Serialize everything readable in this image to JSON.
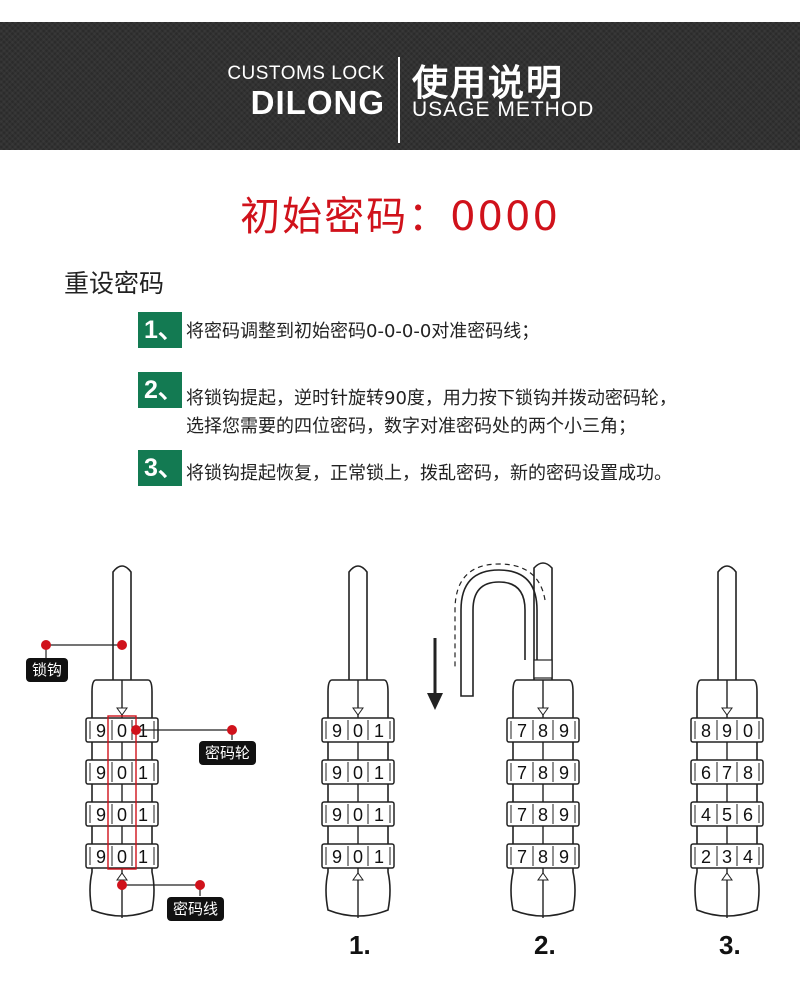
{
  "header": {
    "brand_sub": "CUSTOMS LOCK",
    "brand_main": "DILONG",
    "usage_title": "使用说明",
    "usage_sub": "USAGE METHOD"
  },
  "initial_password": "初始密码：0000",
  "reset": {
    "title": "重设密码",
    "steps": [
      {
        "badge": "1、",
        "lines": [
          "将密码调整到初始密码0-0-0-0对准密码线；"
        ]
      },
      {
        "badge": "2、",
        "lines": [
          "将锁钩提起，逆时针旋转90度，用力按下锁钩并拨动密码轮，",
          "选择您需要的四位密码，数字对准密码处的两个小三角；"
        ]
      },
      {
        "badge": "3、",
        "lines": [
          "将锁钩提起恢复，正常锁上，拨乱密码，新的密码设置成功。"
        ]
      }
    ]
  },
  "callouts": {
    "shackle": "锁钩",
    "wheel": "密码轮",
    "line": "密码线"
  },
  "locks": [
    {
      "wheels": [
        [
          "9",
          "0",
          "1"
        ],
        [
          "9",
          "0",
          "1"
        ],
        [
          "9",
          "0",
          "1"
        ],
        [
          "9",
          "0",
          "1"
        ]
      ],
      "label": ""
    },
    {
      "wheels": [
        [
          "9",
          "0",
          "1"
        ],
        [
          "9",
          "0",
          "1"
        ],
        [
          "9",
          "0",
          "1"
        ],
        [
          "9",
          "0",
          "1"
        ]
      ],
      "label": "1."
    },
    {
      "wheels": [
        [
          "7",
          "8",
          "9"
        ],
        [
          "7",
          "8",
          "9"
        ],
        [
          "7",
          "8",
          "9"
        ],
        [
          "7",
          "8",
          "9"
        ]
      ],
      "label": "2."
    },
    {
      "wheels": [
        [
          "8",
          "9",
          "0"
        ],
        [
          "6",
          "7",
          "8"
        ],
        [
          "4",
          "5",
          "6"
        ],
        [
          "2",
          "3",
          "4"
        ]
      ],
      "label": "3."
    }
  ],
  "colors": {
    "accent_red": "#d0121b",
    "step_green": "#137a52",
    "header_bg": "#2b2b2b"
  }
}
